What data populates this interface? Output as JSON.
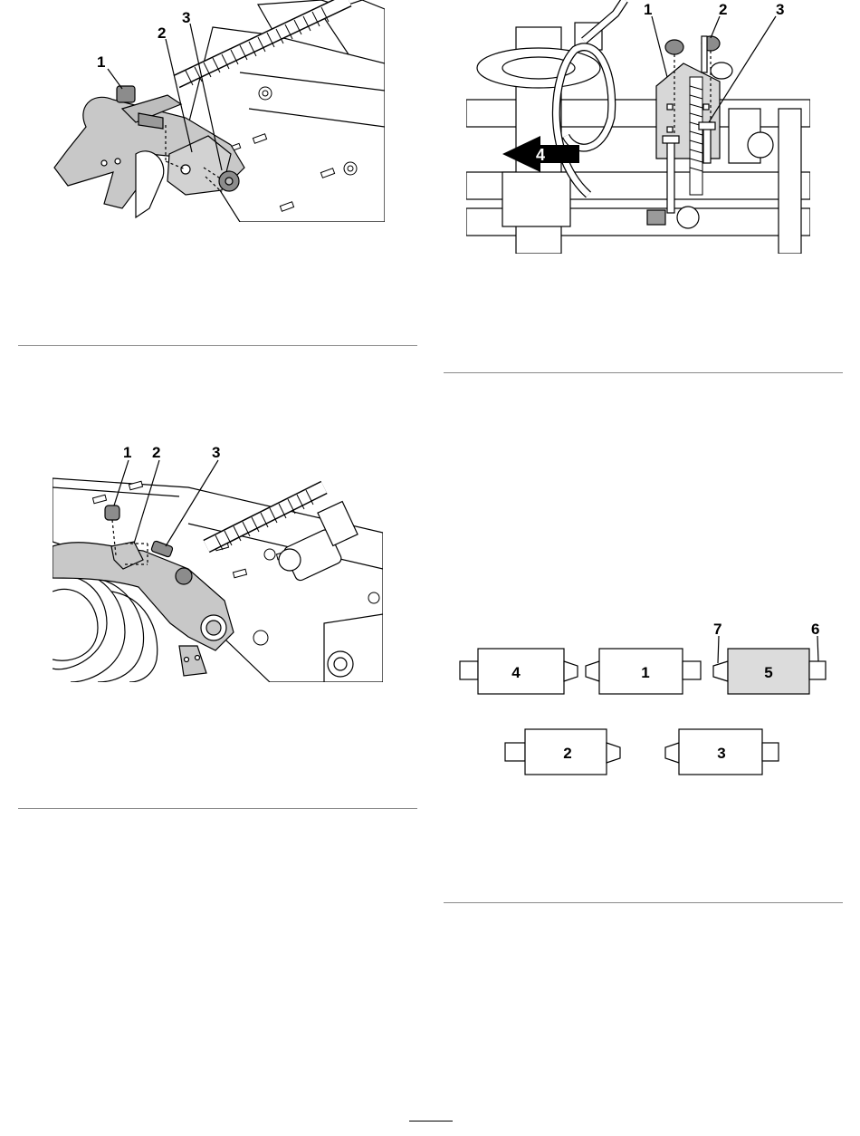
{
  "figure_top_left": {
    "callouts": [
      "1",
      "2",
      "3"
    ]
  },
  "figure_top_right": {
    "callouts": [
      "1",
      "2",
      "3"
    ],
    "arrow_label": "4"
  },
  "figure_mid_left": {
    "callouts": [
      "1",
      "2",
      "3"
    ]
  },
  "figure_units": {
    "row1": [
      "4",
      "1",
      "5"
    ],
    "row2": [
      "2",
      "3"
    ],
    "callouts": [
      "7",
      "6"
    ],
    "highlight_color": "#dcdcdc"
  }
}
